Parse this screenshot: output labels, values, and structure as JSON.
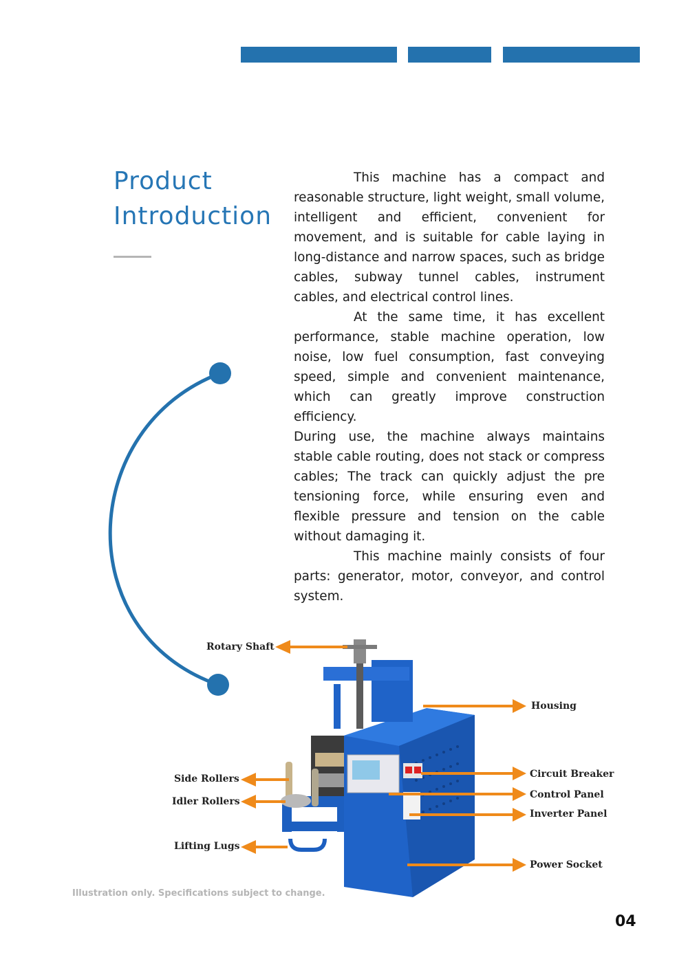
{
  "header": {
    "title_line1": "Product",
    "title_line2": "Introduction"
  },
  "body": {
    "paragraphs": [
      "This machine has a compact and reasonable structure, light weight, small volume, intelligent and efficient, convenient for movement, and is suitable for cable laying in long-distance and narrow spaces, such as bridge cables, subway tunnel cables, instrument cables, and electrical control lines.",
      "At the same time, it has excellent performance, stable machine operation, low noise, low fuel consumption, fast conveying speed, simple and convenient maintenance, which can greatly improve construction efficiency.",
      "During use, the machine always maintains stable cable routing, does not stack or compress cables; The track can quickly adjust the pre tensioning force, while ensuring even and flexible pressure and tension on the cable without damaging it.",
      "This machine mainly consists of four parts: generator, motor, conveyor, and control system."
    ]
  },
  "diagram": {
    "labels": {
      "rotary_shaft": "Rotary Shaft",
      "housing": "Housing",
      "side_rollers": "Side Rollers",
      "circuit_breaker": "Circuit Breaker",
      "idler_rollers": "Idler Rollers",
      "control_panel": "Control Panel",
      "inverter_panel": "Inverter Panel",
      "lifting_lugs": "Lifting Lugs",
      "power_socket": "Power Socket"
    }
  },
  "footer": {
    "disclaimer": "Illustration only. Specifications subject to change.",
    "page_number": "04"
  },
  "colors": {
    "accent_blue": "#2472ae",
    "arrow_orange": "#ef8a1a",
    "machine_blue": "#1f63c8",
    "rule_gray": "#b5b5b5"
  }
}
